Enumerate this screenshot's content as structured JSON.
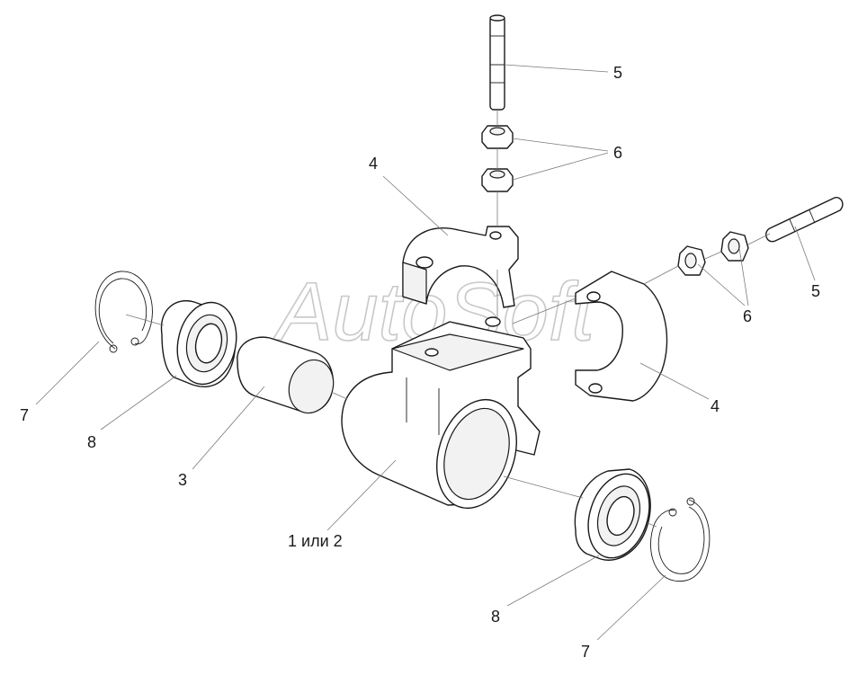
{
  "watermark": "AutoSoft",
  "callouts": {
    "stud_top": "5",
    "nuts_top": "6",
    "cap_top": "4",
    "stud_right": "5",
    "nuts_right": "6",
    "cap_right": "4",
    "ring_left": "7",
    "bearing_left": "8",
    "bushing": "3",
    "housing": "1 или 2",
    "bearing_right": "8",
    "ring_right": "7"
  }
}
